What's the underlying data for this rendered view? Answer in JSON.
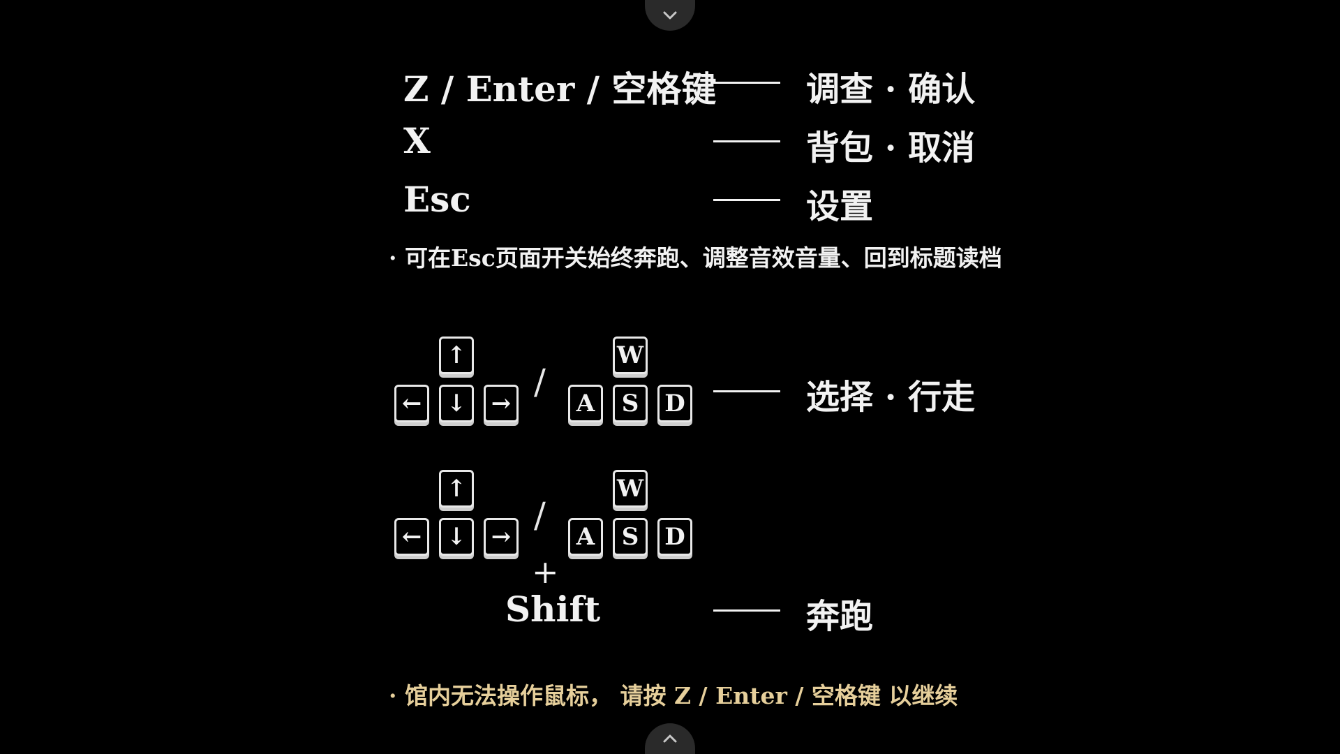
{
  "controls": {
    "rows": [
      {
        "keys": "Z  / Enter / 空格键",
        "dash": "——",
        "action": "调查 · 确认"
      },
      {
        "keys": "X",
        "dash": "——",
        "action": "背包 · 取消"
      },
      {
        "keys": "Esc",
        "dash": "——",
        "action": "设置"
      }
    ],
    "esc_note": "· 可在Esc页面开关始终奔跑、调整音效音量、回到标题读档",
    "move": {
      "arrow_up": "↑",
      "arrow_left": "←",
      "arrow_down": "↓",
      "arrow_right": "→",
      "separator": "/",
      "w": "W",
      "a": "A",
      "s": "S",
      "d": "D",
      "action": "选择 · 行走"
    },
    "run": {
      "plus": "+",
      "shift": "Shift",
      "action": "奔跑"
    },
    "footer_note": "· 馆内无法操作鼠标， 请按 Z / Enter / 空格键 以继续"
  },
  "icons": {
    "scroll_up": "chevron-down-icon",
    "scroll_down": "chevron-up-icon"
  },
  "colors": {
    "background": "#000000",
    "text": "#f2f2f2",
    "footer_note": "#e6cf9b"
  }
}
